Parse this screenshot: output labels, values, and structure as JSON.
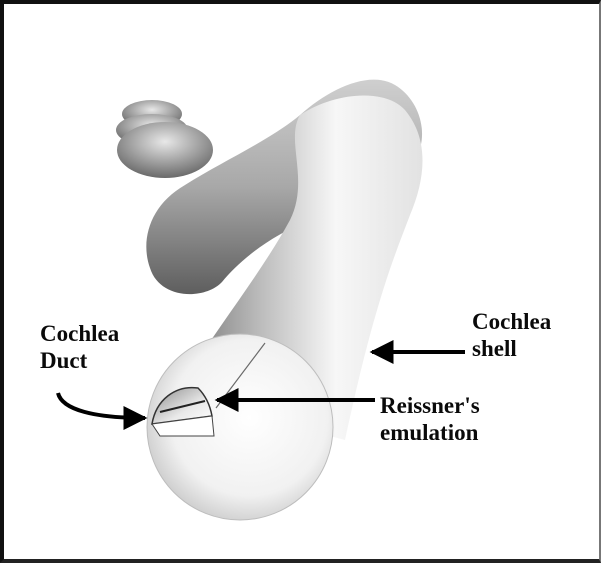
{
  "labels": {
    "cochlea_duct": [
      "Cochlea",
      "Duct"
    ],
    "cochlea_shell": [
      "Cochlea",
      "shell"
    ],
    "reissner": [
      "Reissner's",
      "emulation"
    ]
  },
  "colors": {
    "shell_light": "#fafafa",
    "shell_mid": "#cfcfcf",
    "shell_dark": "#5a5a5a",
    "arrow": "#000000"
  }
}
